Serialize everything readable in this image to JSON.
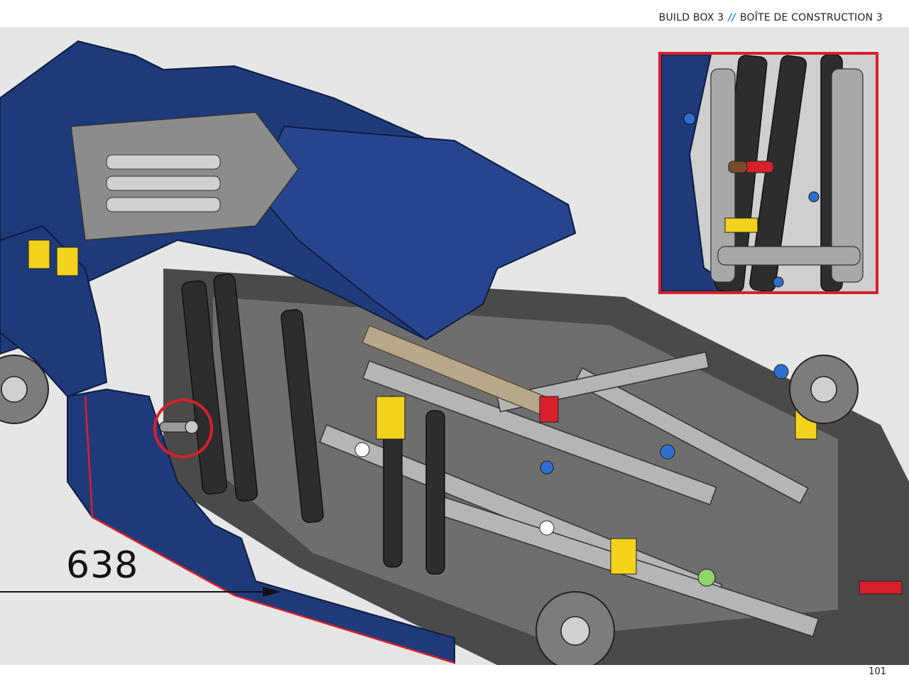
{
  "header": {
    "build_box": "BUILD BOX 3",
    "separator": "//",
    "build_box_fr": "BOÎTE DE CONSTRUCTION 3"
  },
  "step": {
    "number": "638"
  },
  "footer": {
    "page_number": "101"
  },
  "colors": {
    "body_blue": "#1f3a7a",
    "frame_dark": "#3a3a3a",
    "beam_gray": "#a8a8a8",
    "accent_red": "#d9202a",
    "accent_yellow": "#f2d21b",
    "pin_blue": "#2f6fd0",
    "tan": "#b8a88a"
  }
}
